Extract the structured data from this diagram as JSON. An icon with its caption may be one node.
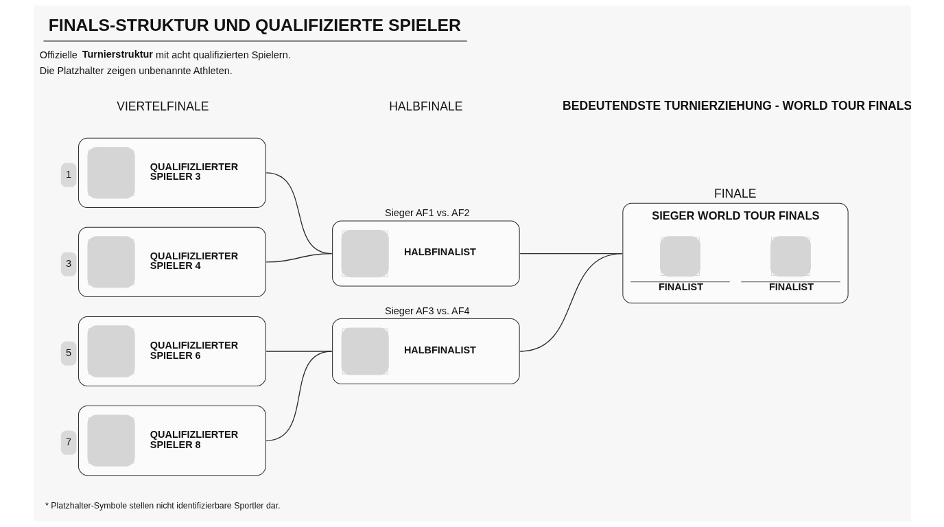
{
  "diagram": {
    "title": "FINALS-STRUKTUR UND QUALIFIZIERTE SPIELER",
    "nodes": [
      {
        "text": [
          "QUALIFIZLIERTER SPIELER 3"
        ],
        "beside": [
          "1"
        ]
      },
      {
        "text": [
          "QUALIFIZLIERTER SPIELER 4"
        ],
        "beside": [
          "3"
        ]
      },
      {
        "text": [
          "QUALIFIZLIERTER SPIELER 6"
        ],
        "beside": [
          "5"
        ]
      },
      {
        "text": [
          "QUALIFIZLIERTER SPIELER 8"
        ],
        "beside": [
          "7"
        ]
      },
      {
        "text": [
          "Sieger AF1 vs. AF2",
          "HALBFINALIST"
        ]
      },
      {
        "text": [
          "Sieger AF3 vs. AF4",
          "HALBFINALIST"
        ]
      },
      {
        "text": [
          "FINALE",
          "SIEGER WORLD TOUR FINALS",
          "FINALIST",
          "FINALIST"
        ]
      }
    ],
    "edges": [
      {
        "from": 0,
        "to": 4,
        "arrow": "none"
      },
      {
        "from": 1,
        "to": 4,
        "arrow": "none"
      },
      {
        "from": 2,
        "to": 5,
        "arrow": "none"
      },
      {
        "from": 3,
        "to": 5,
        "arrow": "none"
      },
      {
        "from": 4,
        "to": 6,
        "arrow": "none"
      },
      {
        "from": 5,
        "to": 6,
        "arrow": "none"
      }
    ],
    "labels": [
      "Offizielle **Turnierstruktur** mit acht qualifizierten Spielern. Die Platzhalter zeigen unbenannte Athleten.",
      "VIERTELFINALE",
      "HALBFINALE",
      "BEDEUTENDSTE TURNIERZIEHUNG - WORLD TOUR FINALS",
      "* Platzhalter-Symbole stellen nicht identifizierbare Sportler dar."
    ]
  }
}
